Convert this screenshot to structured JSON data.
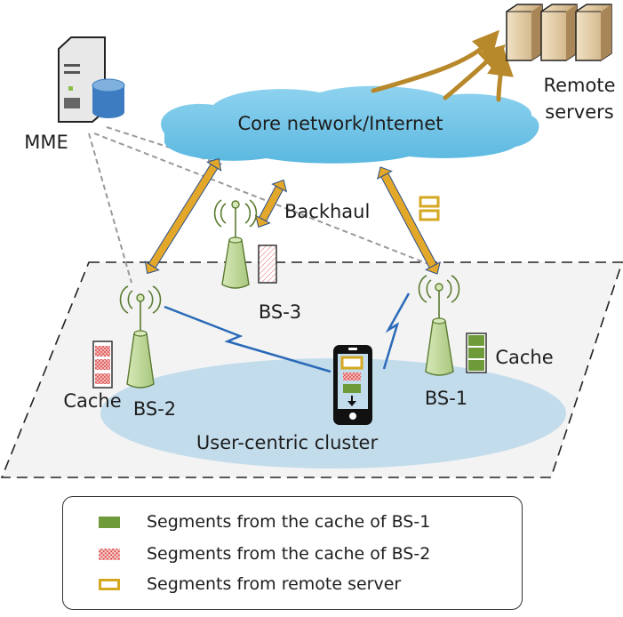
{
  "labels": {
    "mme": "MME",
    "remote_servers_line1": "Remote",
    "remote_servers_line2": "servers",
    "core_network": "Core network/Internet",
    "backhaul": "Backhaul",
    "bs1": "BS-1",
    "bs2": "BS-2",
    "bs3": "BS-3",
    "cache_bs1": "Cache",
    "cache_bs2": "Cache",
    "cluster": "User-centric cluster"
  },
  "legend": {
    "items": [
      {
        "label": "Segments from the cache of BS-1",
        "swatch": "green-solid"
      },
      {
        "label": "Segments from the cache of BS-2",
        "swatch": "red-hatched"
      },
      {
        "label": "Segments from remote server",
        "swatch": "yellow-outline"
      }
    ]
  },
  "colors": {
    "cloud": "#7ecbea",
    "backhaul_arrow": "#e3a829",
    "server_arrow": "#b8892b",
    "bs_tower": "#c6dca0",
    "bs_outline": "#5a7a30",
    "cluster": "#c3dcec",
    "plane": "#f3f3f3",
    "wireless_link": "#2a6ab8",
    "cache_bs1": "#6e9a3a",
    "cache_bs2": "#e05050",
    "remote_segment": "#d4a820"
  }
}
